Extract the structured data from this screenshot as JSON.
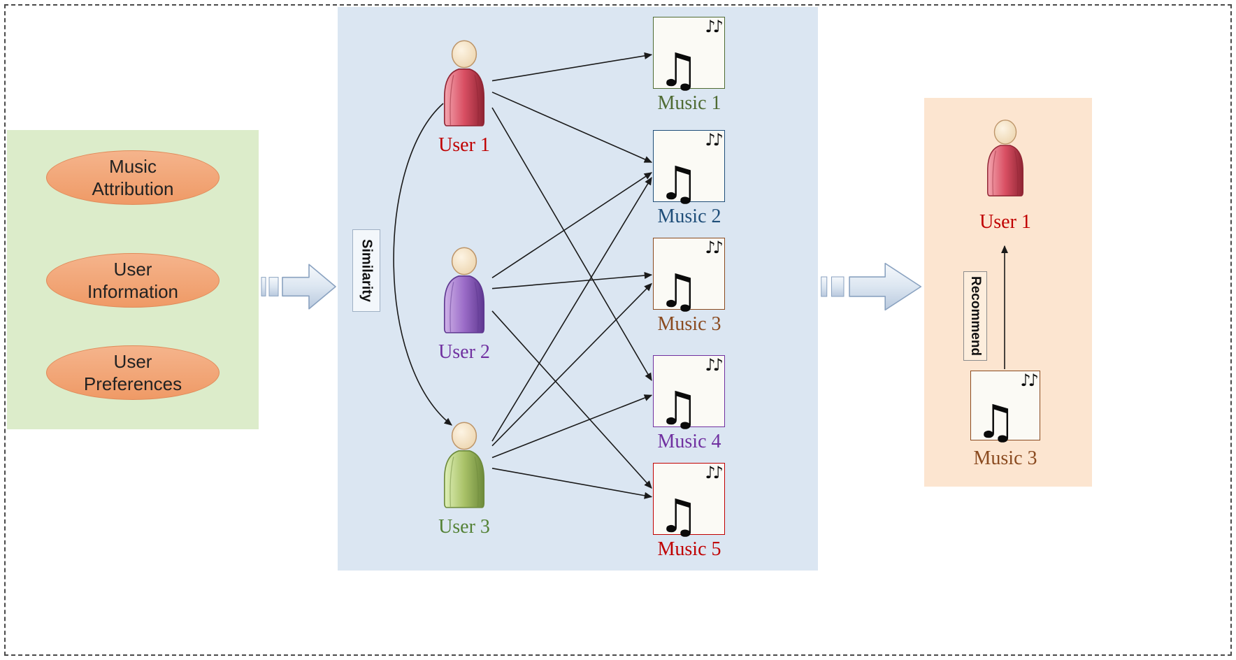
{
  "input_panel": {
    "items": [
      {
        "label": "Music Attribution"
      },
      {
        "label": "User Information"
      },
      {
        "label": "User Preferences"
      }
    ]
  },
  "similarity_panel": {
    "similarity_label": "Similarity",
    "users": [
      {
        "name": "User 1",
        "label_color": "#c00000",
        "body_light": "#f4a6b0",
        "body_main": "#d94f63",
        "body_dark": "#8f2433"
      },
      {
        "name": "User 2",
        "label_color": "#7030a0",
        "body_light": "#cfb3e8",
        "body_main": "#9b6cc8",
        "body_dark": "#5e3790"
      },
      {
        "name": "User 3",
        "label_color": "#538135",
        "body_light": "#dff0b8",
        "body_main": "#a9c268",
        "body_dark": "#6d8a3b"
      }
    ],
    "music_items": [
      {
        "name": "Music 1",
        "color": "#4f6b33"
      },
      {
        "name": "Music 2",
        "color": "#1f4e79"
      },
      {
        "name": "Music 3",
        "color": "#8a4a1f"
      },
      {
        "name": "Music 4",
        "color": "#7030a0"
      },
      {
        "name": "Music 5",
        "color": "#c00000"
      }
    ],
    "listening_edges": [
      {
        "user": 0,
        "music": 0
      },
      {
        "user": 0,
        "music": 1
      },
      {
        "user": 0,
        "music": 3
      },
      {
        "user": 1,
        "music": 1
      },
      {
        "user": 1,
        "music": 2
      },
      {
        "user": 1,
        "music": 4
      },
      {
        "user": 2,
        "music": 1
      },
      {
        "user": 2,
        "music": 2
      },
      {
        "user": 2,
        "music": 3
      },
      {
        "user": 2,
        "music": 4
      }
    ],
    "similarity_edge": {
      "from": "User 1",
      "to": "User 3"
    }
  },
  "recommendation_panel": {
    "recommend_label": "Recommend",
    "user": {
      "name": "User 1",
      "label_color": "#c00000",
      "body_light": "#f4a6b0",
      "body_main": "#d94f63",
      "body_dark": "#8f2433"
    },
    "music": {
      "name": "Music 3",
      "color": "#8a4a1f"
    }
  },
  "icons": {
    "music_note_large": "♫",
    "music_note_small": "♪♪"
  },
  "colors": {
    "input_panel_bg": "#dcecca",
    "similarity_panel_bg": "#dbe6f2",
    "recommendation_panel_bg": "#fce5d0",
    "oval_fill": "#f2a170",
    "edge_color": "#1a1a1a"
  }
}
